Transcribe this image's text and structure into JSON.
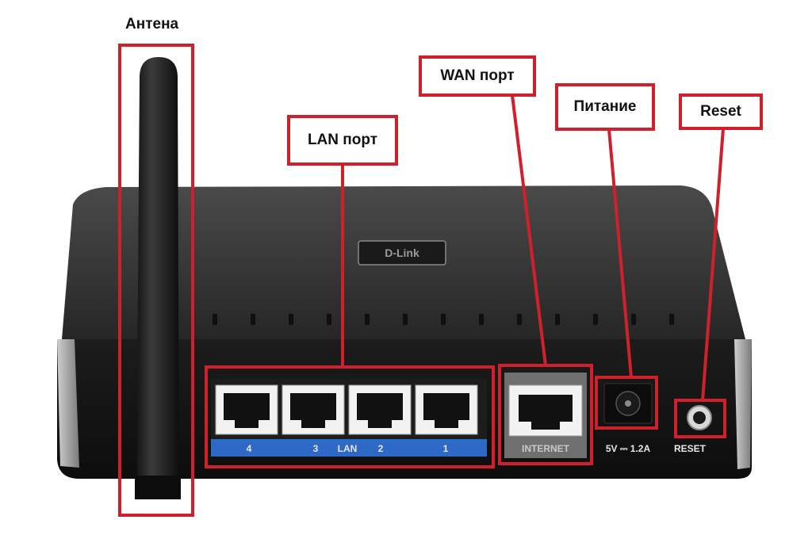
{
  "labels": {
    "antenna": "Антена",
    "lan": "LAN порт",
    "wan": "WAN порт",
    "power": "Питание",
    "reset": "Reset"
  },
  "device": {
    "brand": "D-Link",
    "lan_numbers": [
      "4",
      "3",
      "2",
      "1"
    ],
    "lan_text": "LAN",
    "internet_text": "INTERNET",
    "power_rating": "5V ⎓ 1.2A",
    "reset_text": "RESET"
  },
  "colors": {
    "callout": "#d0202b",
    "lan_strip": "#2f69c8",
    "router_body": "#2b2b2b"
  }
}
